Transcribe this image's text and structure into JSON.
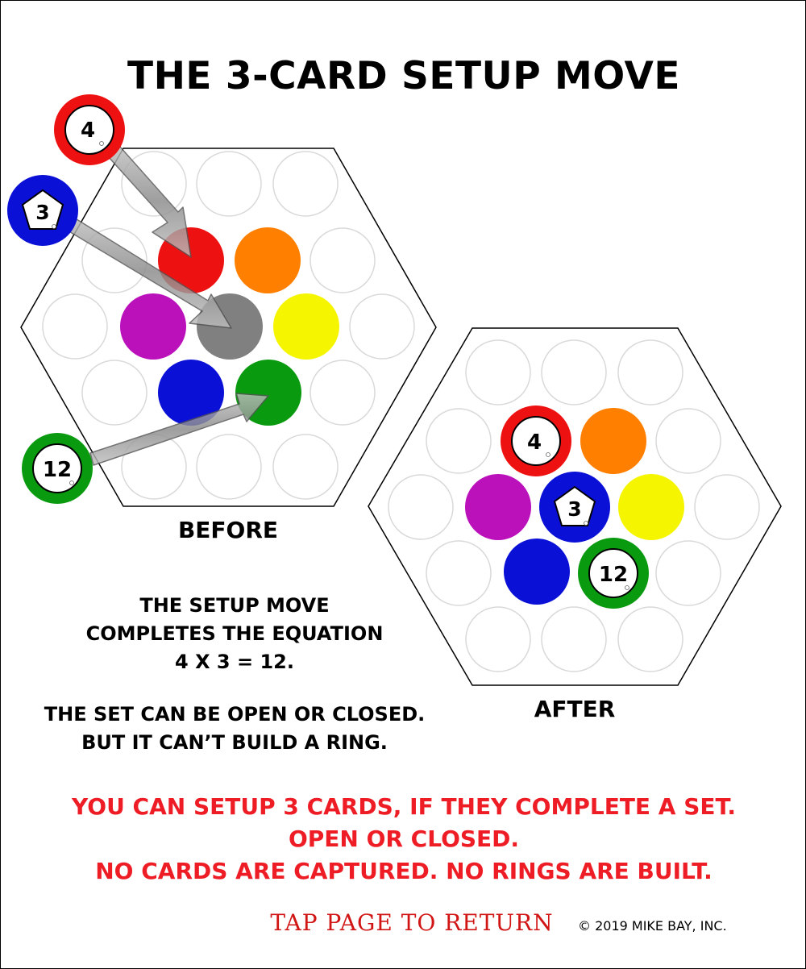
{
  "title": "THE 3-CARD SETUP MOVE",
  "before_label": "BEFORE",
  "after_label": "AFTER",
  "explanation": [
    "THE SETUP MOVE",
    "COMPLETES THE EQUATION",
    "4 X 3 = 12."
  ],
  "note": [
    "THE SET CAN BE OPEN OR CLOSED.",
    "BUT IT CAN’T BUILD A RING."
  ],
  "rule": [
    "YOU CAN SETUP 3 CARDS, IF THEY COMPLETE A SET.",
    "OPEN OR CLOSED.",
    "NO CARDS ARE CAPTURED.  NO RINGS ARE BUILT."
  ],
  "tap_to_return": "TAP PAGE TO RETURN",
  "copyright": "© 2019 MIKE BAY, INC.",
  "colors": {
    "red": "#ee1111",
    "orange": "#ff8000",
    "purple": "#bb11bb",
    "gray": "#808080",
    "yellow": "#f5f500",
    "blue": "#0a10d6",
    "green": "#0a9a10",
    "rule_text": "#ee1c25"
  },
  "cards": [
    {
      "name": "card-4",
      "value": "4",
      "shape": "circle",
      "ring_color": "red"
    },
    {
      "name": "card-3",
      "value": "3",
      "shape": "pentagon",
      "ring_color": "blue"
    },
    {
      "name": "card-12",
      "value": "12",
      "shape": "circle",
      "ring_color": "green"
    }
  ],
  "board_before": {
    "colored_cells": [
      {
        "cell": "r1c1",
        "color": "red"
      },
      {
        "cell": "r1c2",
        "color": "orange"
      },
      {
        "cell": "r2c1",
        "color": "purple"
      },
      {
        "cell": "r2c2",
        "color": "gray"
      },
      {
        "cell": "r2c3",
        "color": "yellow"
      },
      {
        "cell": "r3c1",
        "color": "blue"
      },
      {
        "cell": "r3c2",
        "color": "green"
      }
    ]
  },
  "board_after": {
    "colored_cells": [
      {
        "cell": "r1c1",
        "color": "red",
        "card": "4"
      },
      {
        "cell": "r1c2",
        "color": "orange"
      },
      {
        "cell": "r2c1",
        "color": "purple"
      },
      {
        "cell": "r2c2",
        "color": "blue",
        "card": "3"
      },
      {
        "cell": "r2c3",
        "color": "yellow"
      },
      {
        "cell": "r3c1",
        "color": "blue"
      },
      {
        "cell": "r3c2",
        "color": "green",
        "card": "12"
      }
    ]
  }
}
